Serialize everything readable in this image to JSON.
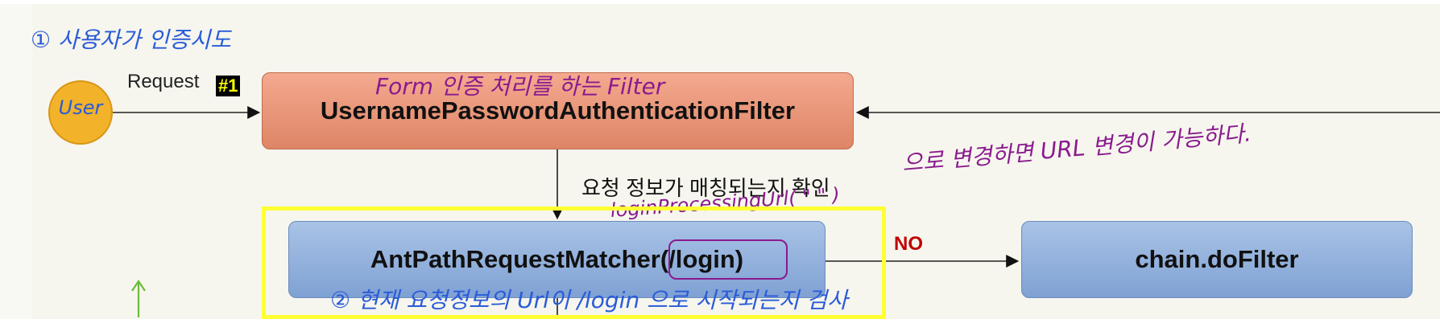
{
  "diagram": {
    "nodes": {
      "filter": "UsernamePasswordAuthenticationFilter",
      "matcher": "AntPathRequestMatcher(/login)",
      "dofilter": "chain.doFilter"
    },
    "labels": {
      "request": "Request",
      "badge": "#1",
      "verify": "요청 정보가 매칭되는지 확인",
      "no": "NO"
    },
    "notes": {
      "step1": "① 사용자가 인증시도",
      "user": "User",
      "filter_note": "Form 인증 처리를 하는 Filter",
      "url_change": "으로 변경하면 URL 변경이 가능하다.",
      "processing": "loginProcessingUrl( \" \" )",
      "step2": "② 현재 요청정보의 Url이 /login 으로 시작되는지 검사"
    },
    "colors": {
      "filter_fill": "#e8906f",
      "matcher_fill": "#8fadd9",
      "user_fill": "#f2b22a",
      "highlight": "#ffff33",
      "annotation_blue": "#2a5bd8",
      "annotation_purple": "#8a1a8e",
      "no_text": "#c00000"
    }
  }
}
